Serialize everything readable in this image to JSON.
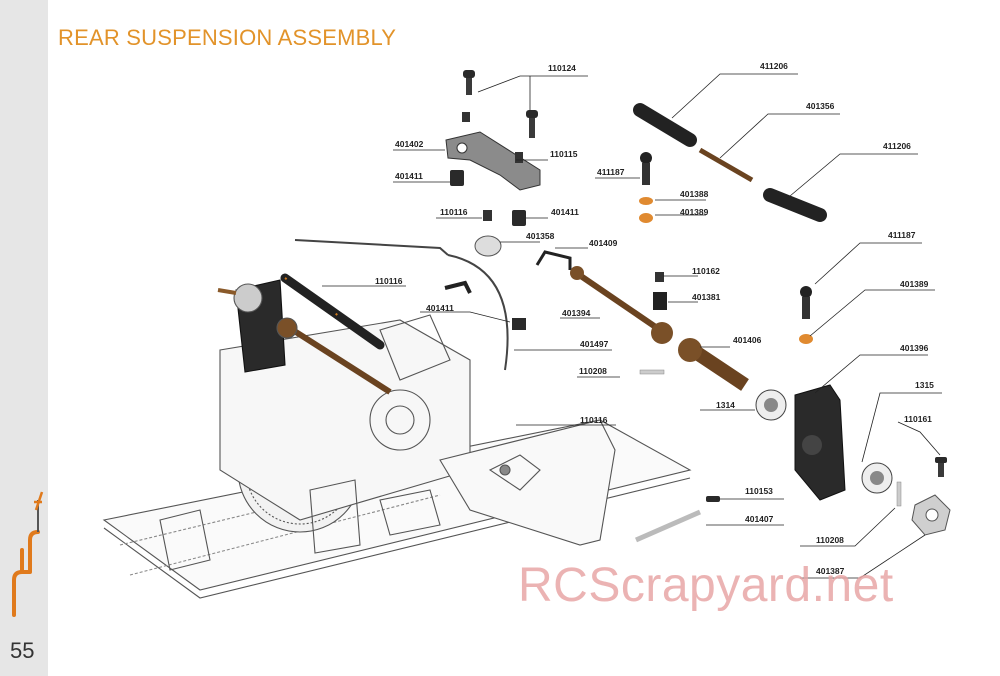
{
  "header": {
    "title": "REAR SUSPENSION ASSEMBLY"
  },
  "page": {
    "number": "55"
  },
  "watermark": {
    "text": "RCScrapyard.net"
  },
  "brand": {
    "accent_color": "#e2932a",
    "logo_color": "#e07a1c"
  },
  "callouts": [
    "110124",
    "411206",
    "401356",
    "401402",
    "110115",
    "411187",
    "411206",
    "401411",
    "401388",
    "401389",
    "110116",
    "401411",
    "401358",
    "401409",
    "411187",
    "110116",
    "110162",
    "401389",
    "401381",
    "401411",
    "401394",
    "401406",
    "401497",
    "401396",
    "110208",
    "1315",
    "1314",
    "110116",
    "110161",
    "110153",
    "401407",
    "110208",
    "401387"
  ]
}
